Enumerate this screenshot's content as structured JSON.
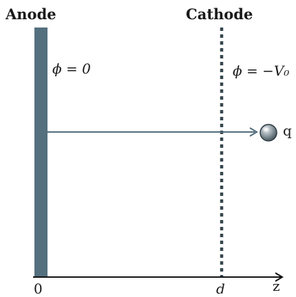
{
  "labels": {
    "anode": "Anode",
    "cathode": "Cathode",
    "phi_anode": "ϕ = 0",
    "phi_cathode": "ϕ = −V₀",
    "charge": "q",
    "origin": "0",
    "distance": "d",
    "axis": "z"
  },
  "colors": {
    "anode_plate": "#54707e",
    "cathode_grid": "#37474f",
    "trajectory": "#4f6b7a",
    "axis": "#111111",
    "charge_body": "#7b8790"
  },
  "icons": {
    "charge": "sphere-icon",
    "axis_arrow": "arrow-right-icon"
  }
}
